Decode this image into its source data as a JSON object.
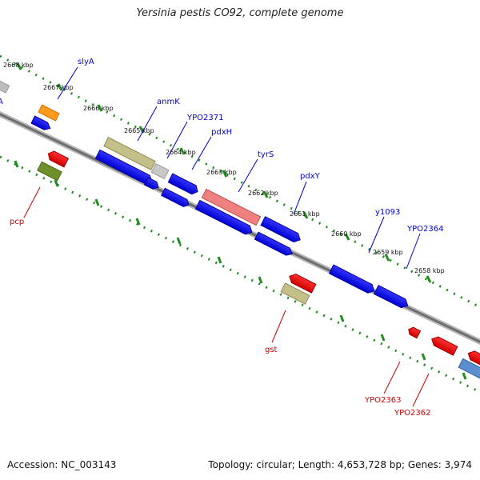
{
  "title": "Yersinia pestis CO92, complete genome",
  "footer": {
    "accession": "Accession: NC_003143",
    "summary": "Topology: circular; Length: 4,653,728 bp; Genes: 3,974"
  },
  "colors": {
    "forward_label": "#0000cc",
    "reverse_label": "#cc0000",
    "ruler_ticks": "#228b22",
    "backbone": "#7a7a7a"
  },
  "ruler_ticks": [
    {
      "label": "2668 kbp"
    },
    {
      "label": "2667 kbp"
    },
    {
      "label": "2666 kbp"
    },
    {
      "label": "2665 kbp"
    },
    {
      "label": "2664 kbp"
    },
    {
      "label": "2663 kbp"
    },
    {
      "label": "2662 kbp"
    },
    {
      "label": "2661 kbp"
    },
    {
      "label": "2660 kbp"
    },
    {
      "label": "2659 kbp"
    },
    {
      "label": "2658 kbp"
    }
  ],
  "forward_labels": [
    {
      "name": "slyA"
    },
    {
      "name": "anmK"
    },
    {
      "name": "YPO2371"
    },
    {
      "name": "pdxH"
    },
    {
      "name": "tyrS"
    },
    {
      "name": "pdxY"
    },
    {
      "name": "y1093"
    },
    {
      "name": "YPO2364"
    }
  ],
  "reverse_labels": [
    {
      "name": "pcp"
    },
    {
      "name": "gst"
    },
    {
      "name": "YPO2363"
    },
    {
      "name": "YPO2362"
    }
  ],
  "cut_label": "A"
}
